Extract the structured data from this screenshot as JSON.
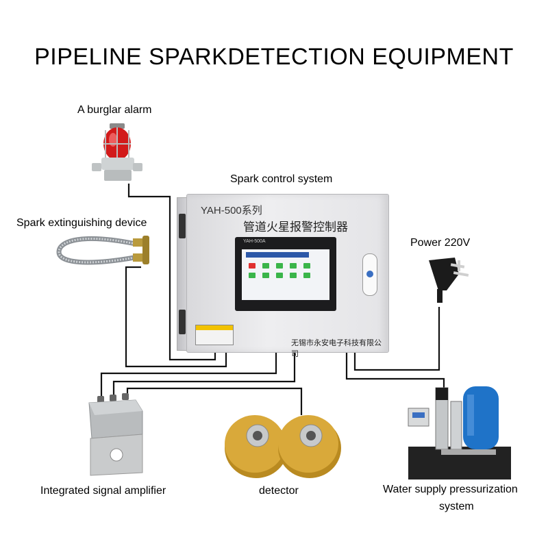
{
  "title": "PIPELINE SPARKDETECTION EQUIPMENT",
  "labels": {
    "burglar_alarm": "A burglar alarm",
    "spark_control": "Spark control system",
    "extinguishing": "Spark extinguishing device",
    "power": "Power 220V",
    "amplifier": "Integrated signal amplifier",
    "detector": "detector",
    "water_line1": "Water supply pressurization",
    "water_line2": "system"
  },
  "cabinet": {
    "model": "YAH-500系列",
    "name_cn": "管道火星报警控制器",
    "screen_tag": "YAH-500A",
    "company_cn": "无锡市永安电子科技有限公司"
  },
  "colors": {
    "wire": "#111111",
    "cabinet": "#e6e6e8",
    "detector_gold": "#d9a93a",
    "tank_blue": "#1f73c8",
    "alarm_red": "#d21a1a"
  }
}
